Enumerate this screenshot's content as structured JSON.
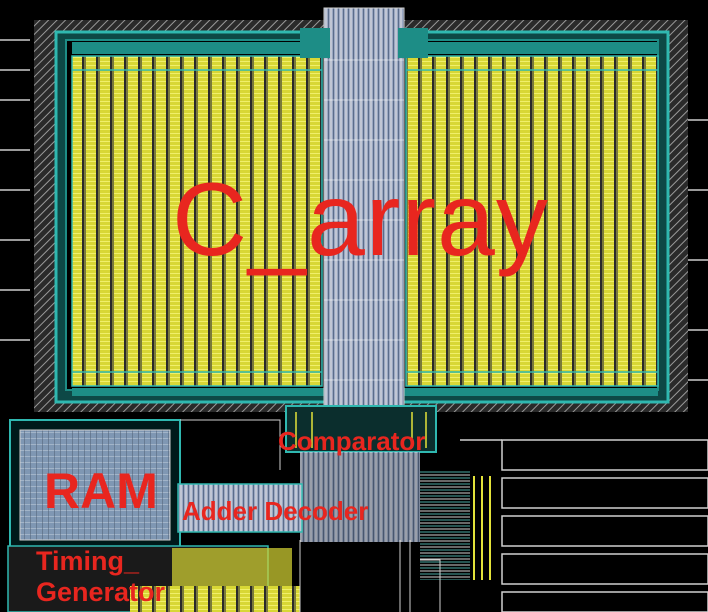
{
  "labels": {
    "c_array": "C_array",
    "ram": "RAM",
    "comparator": "Comparator",
    "adder_decoder": "Adder Decoder",
    "timing_line1": "Timing_",
    "timing_line2": "Generator"
  },
  "colors": {
    "background": "#000000",
    "label": "#e8261f",
    "cell_yellow": "#e3e23a",
    "metal_cyan": "#2fb8b0",
    "metal_teal": "#1d8d86",
    "via_white": "#d9d9d9",
    "poly_grey": "#8c8c8c",
    "ram_blue": "#8aa2be",
    "adder_lavender": "#a7b5d6"
  }
}
